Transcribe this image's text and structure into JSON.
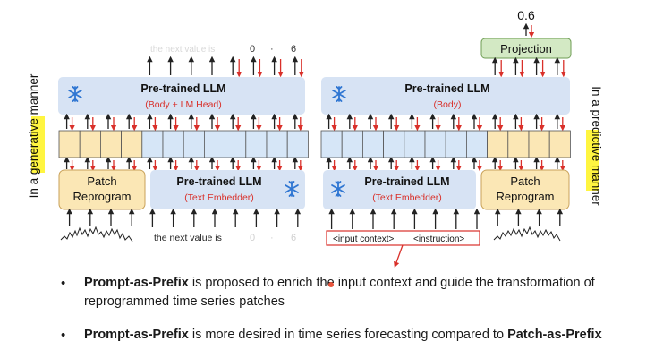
{
  "left_panel": {
    "side_label": {
      "prefix": "In a ",
      "highlight": "generative",
      "suffix": " manner"
    },
    "llm_top": {
      "title": "Pre-trained LLM",
      "subtitle": "(Body + LM Head)"
    },
    "llm_embedder": {
      "title": "Pre-trained LLM",
      "subtitle": "(Text Embedder)"
    },
    "patch_box": {
      "line1": "Patch",
      "line2": "Reprogram"
    },
    "output_text": {
      "prefix": "the next value is",
      "tokens": [
        "0",
        "·",
        "6"
      ]
    },
    "input_text": {
      "prefix": "the next value is",
      "tokens": [
        "0",
        "·",
        "6"
      ]
    }
  },
  "right_panel": {
    "side_label": {
      "prefix": "In a ",
      "highlight": "predictive",
      "suffix": " manner"
    },
    "output_value": "0.6",
    "projection_label": "Projection",
    "llm_top": {
      "title": "Pre-trained LLM",
      "subtitle": "(Body)"
    },
    "llm_embedder": {
      "title": "Pre-trained LLM",
      "subtitle": "(Text Embedder)"
    },
    "patch_box": {
      "line1": "Patch",
      "line2": "Reprogram"
    },
    "prompt_box": {
      "input_context": "<input context>",
      "instruction": "<instruction>"
    }
  },
  "bullets": [
    {
      "bold": "Prompt-as-Prefix",
      "rest": " is proposed to enrich the input context and guide the transformation of reprogrammed time series patches"
    },
    {
      "bold": "Prompt-as-Prefix",
      "rest": " is more desired in time series forecasting compared to ",
      "bold2": "Patch-as-Prefix"
    }
  ],
  "colors": {
    "llm_fill": "#d7e3f4",
    "patch_fill": "#fbe7b5",
    "embed_cell_fill": "#d6e6f7",
    "projection_fill": "#d3e9c4",
    "highlight": "#fff200",
    "red_arrow": "#d9302a",
    "snowflake": "#2f76d2"
  },
  "icons": [
    "snowflake-icon"
  ]
}
